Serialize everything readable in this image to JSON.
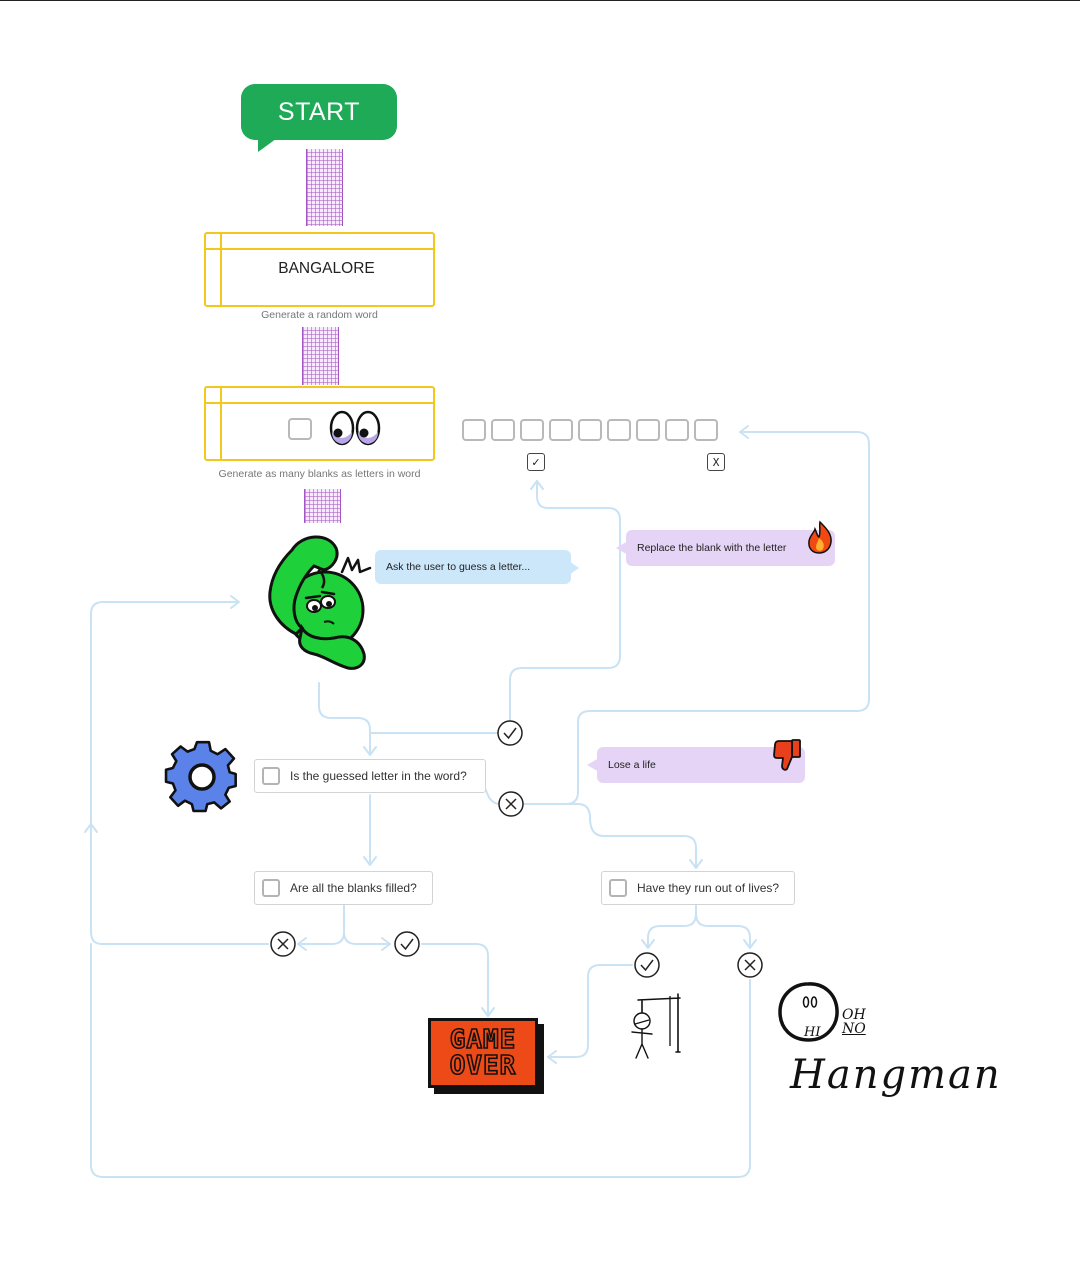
{
  "diagram": {
    "title": "Hangman",
    "start_label": "START",
    "word_example": "BANGALORE",
    "step_generate_word": "Generate a random word",
    "step_generate_blanks": "Generate as many blanks as letters in word",
    "bubble_ask": "Ask the user to guess a letter...",
    "bubble_replace": "Replace the blank with the letter",
    "bubble_lose": "Lose a life",
    "decision_in_word": "Is the guessed letter in the word?",
    "decision_all_filled": "Are all the blanks filled?",
    "decision_out_of_lives": "Have they run out of lives?",
    "game_over_line1": "GAME",
    "game_over_line2": "OVER",
    "check_symbol": "✓",
    "x_symbol": "X",
    "ohno_line1": "OH",
    "ohno_line2": "NO",
    "sticker_hi": "HI",
    "blank_slots": 9,
    "colors": {
      "start": "#1eaa57",
      "connector": "#c9e2f4",
      "step_border": "#f2c81f",
      "bubble_blue": "#cce7fa",
      "bubble_purple": "#e6d4f7",
      "game_over": "#ee4a17",
      "gear": "#5a82e8",
      "character": "#1ed13a"
    }
  }
}
